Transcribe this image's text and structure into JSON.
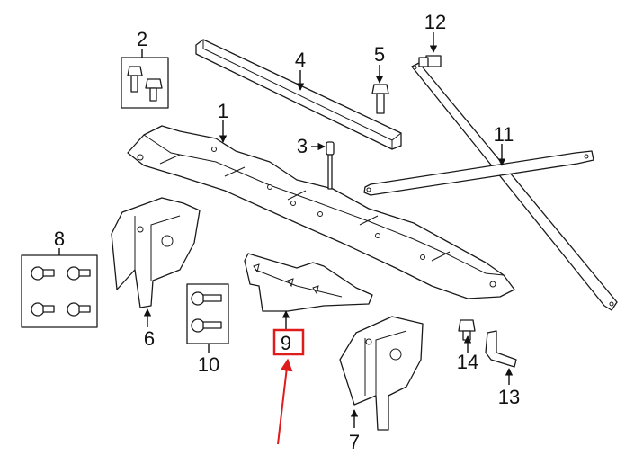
{
  "callouts": {
    "c1": "1",
    "c2": "2",
    "c3": "3",
    "c4": "4",
    "c5": "5",
    "c6": "6",
    "c7": "7",
    "c8": "8",
    "c9": "9",
    "c10": "10",
    "c11": "11",
    "c12": "12",
    "c13": "13",
    "c14": "14"
  },
  "highlight": {
    "callout": "9",
    "box_color": "#e01b1b",
    "arrow_color": "#e01b1b"
  }
}
